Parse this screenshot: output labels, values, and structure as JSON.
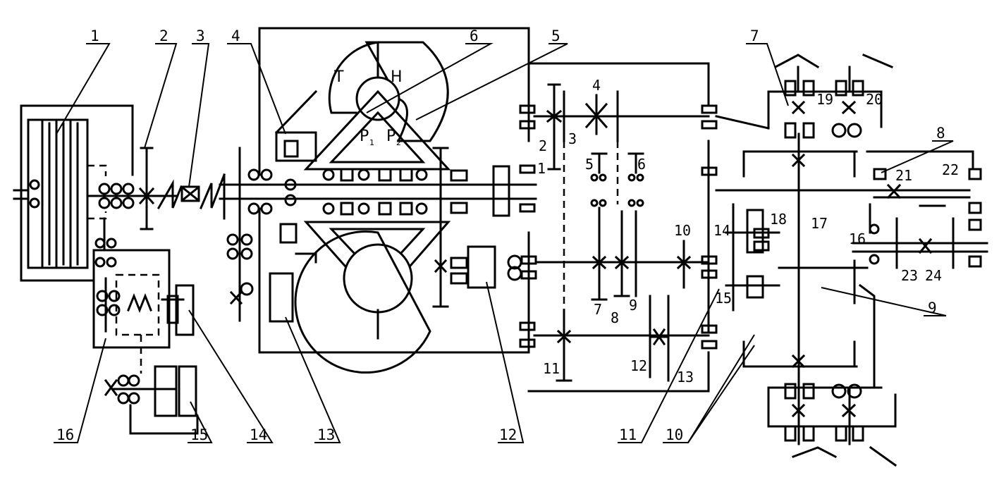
{
  "callouts": [
    "1",
    "2",
    "3",
    "4",
    "5",
    "6",
    "7",
    "8",
    "9",
    "10",
    "11",
    "12",
    "13",
    "14",
    "15",
    "16"
  ],
  "rotor": {
    "turbine": "Т",
    "pump": "Н",
    "reactor1": "Р",
    "reactor1_sub": "1",
    "reactor2": "Р",
    "reactor2_sub": "2"
  },
  "gearbox_labels": [
    "1",
    "2",
    "3",
    "4",
    "5",
    "6",
    "7",
    "8",
    "9",
    "10",
    "11",
    "12",
    "13",
    "14",
    "15"
  ],
  "steering_labels": [
    "16",
    "17",
    "18",
    "19",
    "20",
    "21",
    "22",
    "23",
    "24"
  ]
}
